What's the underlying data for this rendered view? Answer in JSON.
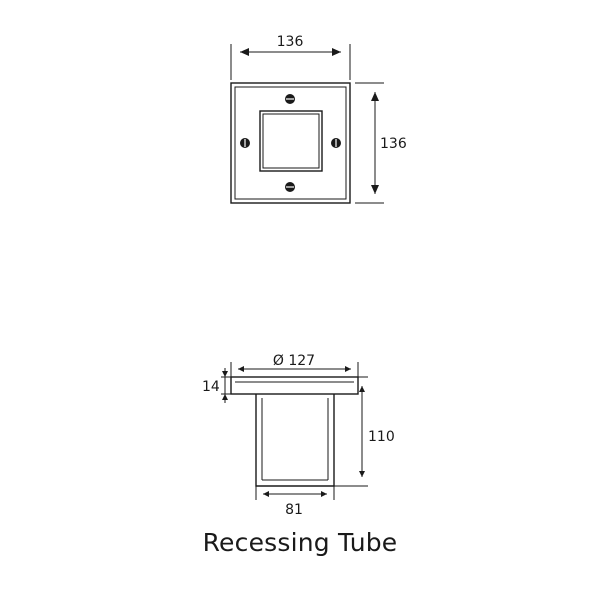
{
  "top_view": {
    "width_label": "136",
    "height_label": "136"
  },
  "side_view": {
    "diameter_label": "Ø 127",
    "flange_label": "14",
    "height_label": "110",
    "bottom_label": "81"
  },
  "caption": "Recessing Tube"
}
